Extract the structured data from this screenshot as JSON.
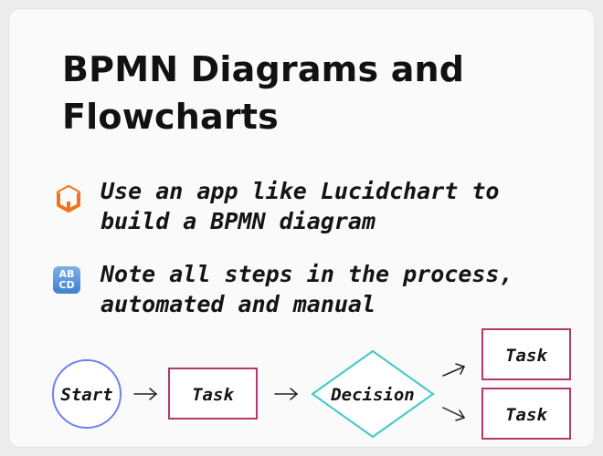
{
  "slide": {
    "title_line1": "BPMN Diagrams and",
    "title_line2": "Flowcharts"
  },
  "bullets": [
    {
      "icon": "lucidchart-logo-icon",
      "line1": "Use an app like Lucidchart to",
      "line2": "build a BPMN diagram"
    },
    {
      "icon": "abcd-input-symbol-icon",
      "icon_text_top": "AB",
      "icon_text_bottom": "CD",
      "line1": "Note all steps in the process,",
      "line2": "automated and manual"
    }
  ],
  "flowchart": {
    "start_label": "Start",
    "task_label": "Task",
    "decision_label": "Decision",
    "branch_top_label": "Task",
    "branch_bottom_label": "Task",
    "colors": {
      "start_border": "#6f7ff0",
      "task_border": "#b03a6a",
      "decision_border": "#3ec9c9"
    }
  }
}
